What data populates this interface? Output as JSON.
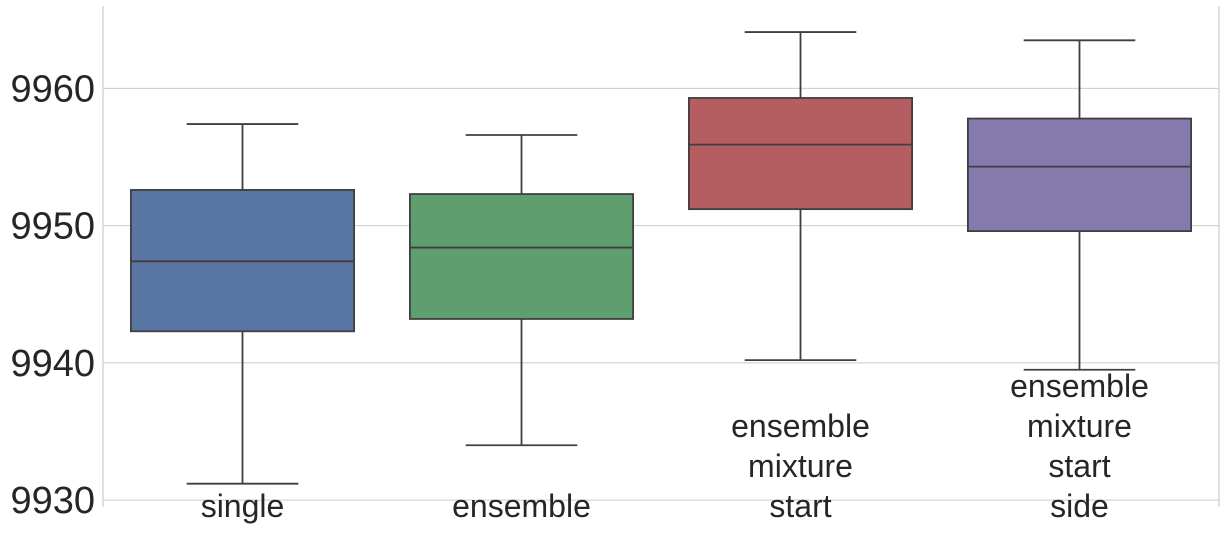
{
  "chart_data": {
    "type": "box",
    "title": "",
    "xlabel": "",
    "ylabel": "",
    "ylim": [
      9929.5,
      9966
    ],
    "yticks": [
      9930,
      9940,
      9950,
      9960
    ],
    "ytick_labels": [
      "9930",
      "9940",
      "9950",
      "9960"
    ],
    "grid": "horizontal",
    "legend": "none",
    "categories": [
      [
        "single"
      ],
      [
        "ensemble"
      ],
      [
        "ensemble",
        "mixture",
        "start"
      ],
      [
        "ensemble",
        "mixture",
        "start",
        "side"
      ]
    ],
    "boxes": [
      {
        "whisker_low": 9931.2,
        "q1": 9942.3,
        "median": 9947.4,
        "q3": 9952.6,
        "whisker_high": 9957.4,
        "color": "#5975a4"
      },
      {
        "whisker_low": 9934.0,
        "q1": 9943.2,
        "median": 9948.4,
        "q3": 9952.3,
        "whisker_high": 9956.6,
        "color": "#5f9e6e"
      },
      {
        "whisker_low": 9940.2,
        "q1": 9951.2,
        "median": 9955.9,
        "q3": 9959.3,
        "whisker_high": 9964.1,
        "color": "#b55d60"
      },
      {
        "whisker_low": 9939.5,
        "q1": 9949.6,
        "median": 9954.3,
        "q3": 9957.8,
        "whisker_high": 9963.5,
        "color": "#857aab"
      }
    ],
    "line_color": "#3f3f3f",
    "grid_color": "#cccccc"
  }
}
